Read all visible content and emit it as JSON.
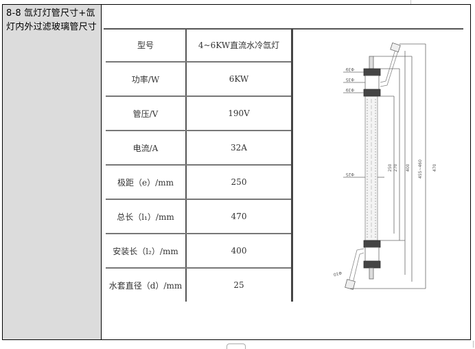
{
  "section": {
    "title": "8-8 氙灯灯管尺寸+氙灯内外过滤玻璃管尺寸"
  },
  "spec_table": {
    "rows": [
      {
        "label": "型号",
        "value": "4~6KW直流水冷氙灯"
      },
      {
        "label": "功率/W",
        "value": "6KW"
      },
      {
        "label": "管压/V",
        "value": "190V"
      },
      {
        "label": "电流/A",
        "value": "32A"
      },
      {
        "label": "极距（e）/mm",
        "value": "250"
      },
      {
        "label": "总长（l₁）/mm",
        "value": "470"
      },
      {
        "label": "安装长（l₂）/mm",
        "value": "400"
      },
      {
        "label": "水套直径（d）/mm",
        "value": "25"
      }
    ]
  },
  "drawing": {
    "diameter_labels": [
      "Φ39",
      "Φ35",
      "Φ39",
      "Φ25",
      "Φ10"
    ],
    "dimension_labels": [
      "250",
      "270",
      "400",
      "455~460",
      "470"
    ]
  }
}
